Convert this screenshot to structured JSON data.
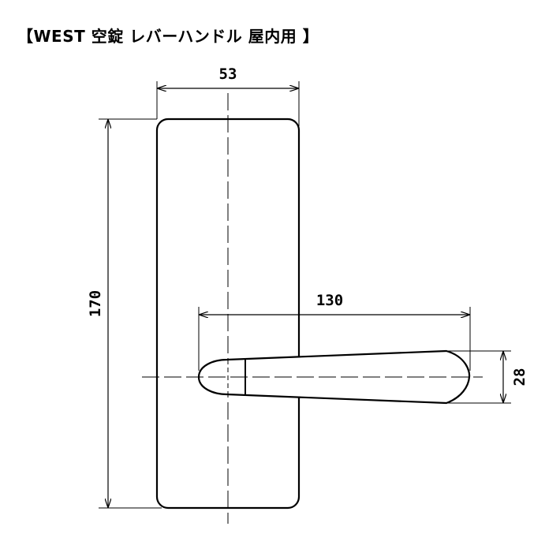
{
  "title": "【WEST 空錠 レバーハンドル 屋内用 】",
  "dimensions": {
    "plate_width": "53",
    "plate_height": "170",
    "lever_length": "130",
    "lever_height": "28"
  },
  "colors": {
    "line": "#000000",
    "background": "#ffffff"
  }
}
